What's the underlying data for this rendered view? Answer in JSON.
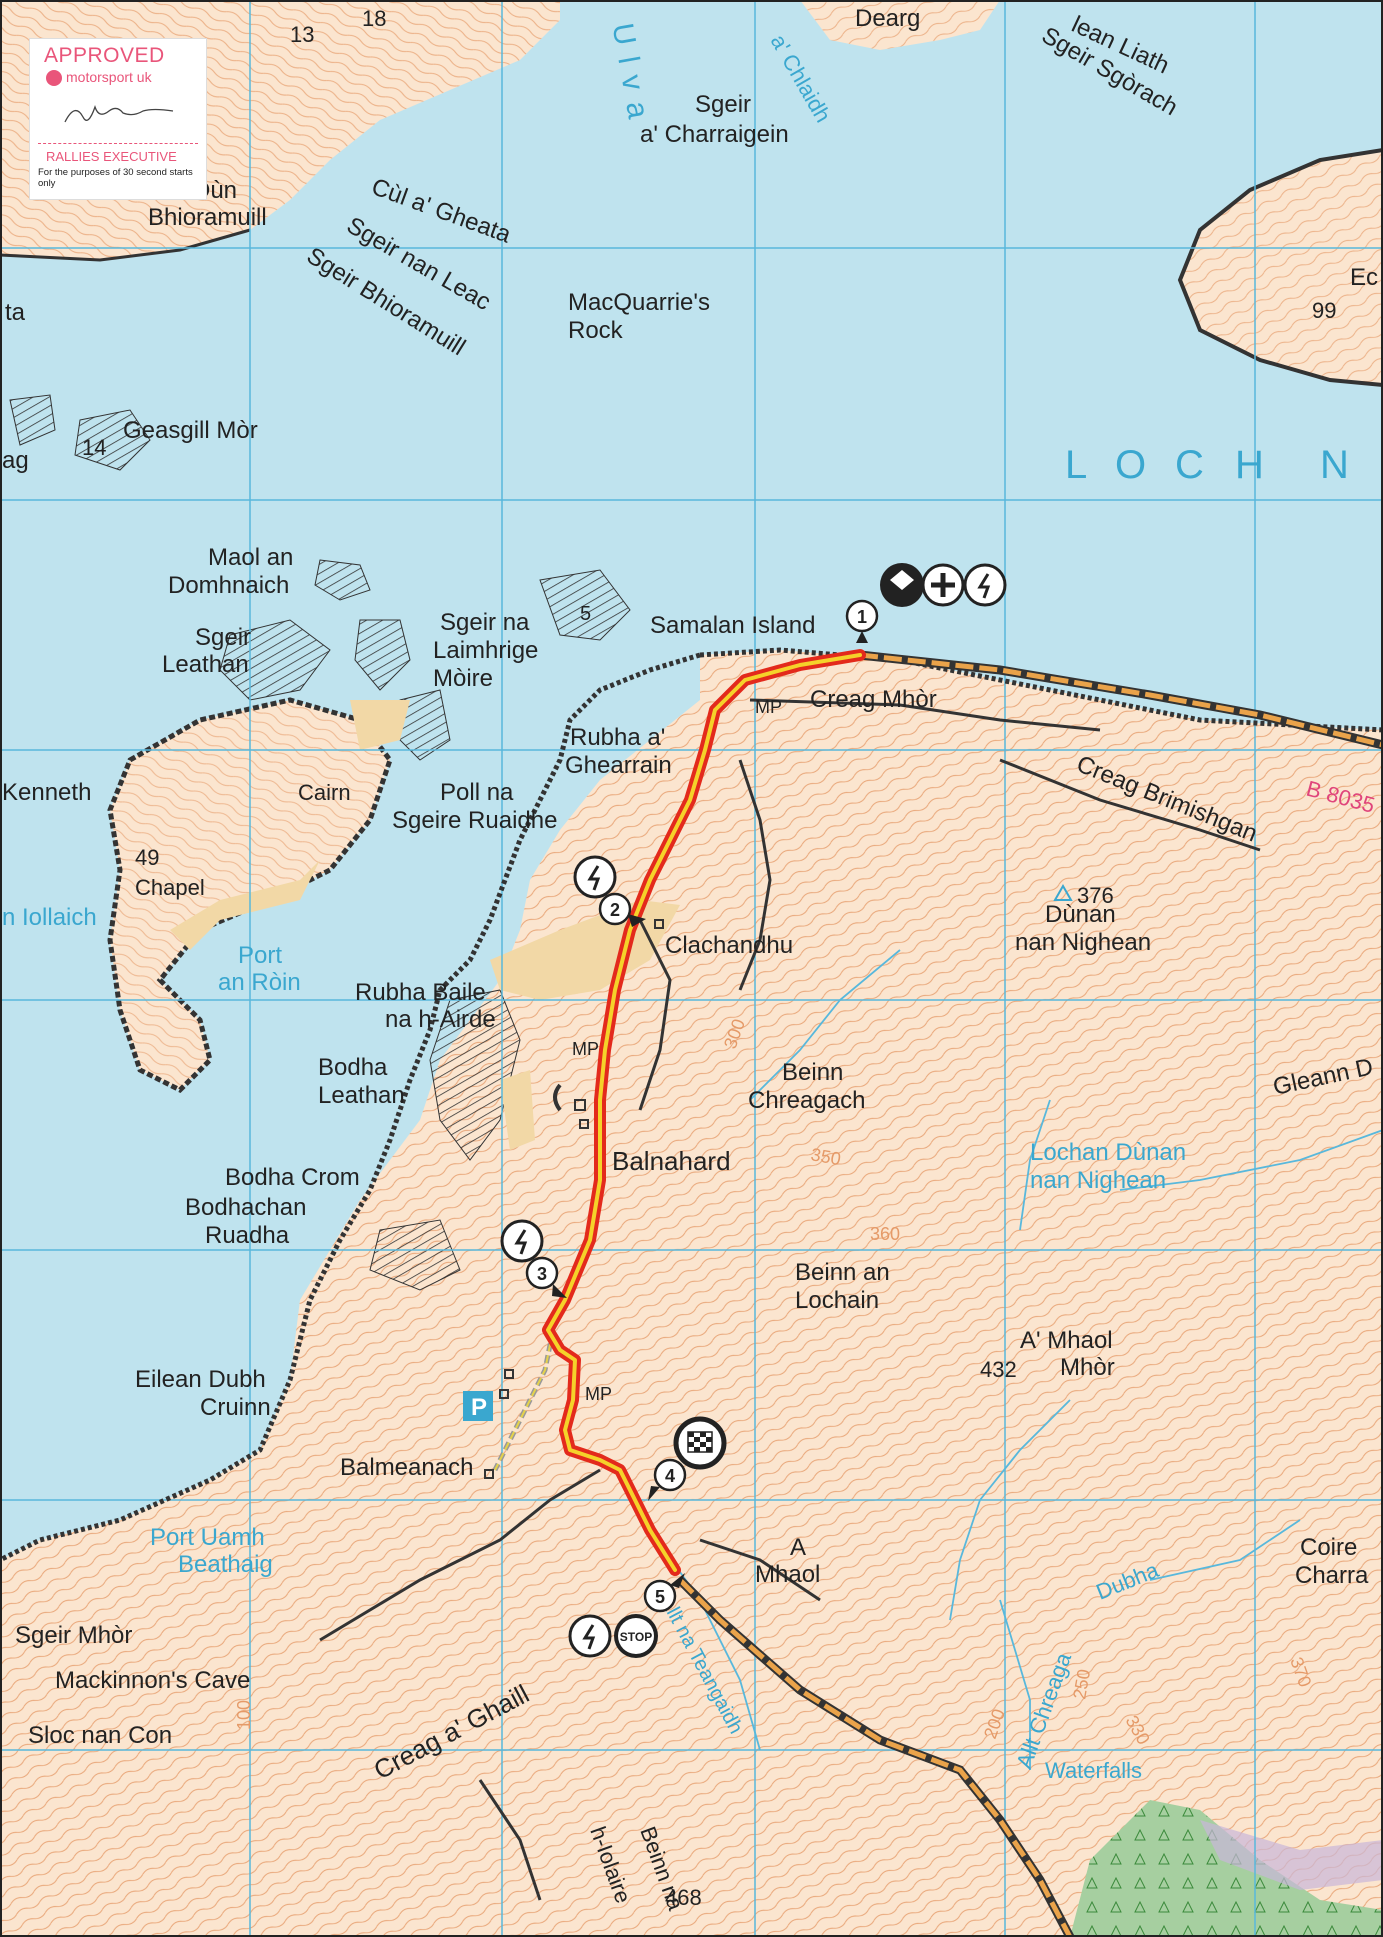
{
  "stamp": {
    "approved": "APPROVED",
    "brand": "motorsport uk",
    "executive": "RALLIES EXECUTIVE",
    "note": "For the purposes of 30 second starts only"
  },
  "labels": {
    "n13": "13",
    "n18": "18",
    "dearg": "Dearg",
    "ulva": "Ulva",
    "chlaidh": "a' Chlaidh",
    "sgeir_charraigein_1": "Sgeir",
    "sgeir_charraigein_2": "a' Charraigein",
    "eilean_liath": "lean Liath",
    "sgeir_sgorach": "Sgeir Sgòrach",
    "dun": "Dùn",
    "bhioramuill": "Bhioramuill",
    "cul_gheata": "Cùl a' Gheata",
    "sgeir_leac": "Sgeir nan Leac",
    "sgeir_bhioramuill": "Sgeir Bhioramuill",
    "macquarrie_1": "MacQuarrie's",
    "macquarrie_2": "Rock",
    "ta": "ta",
    "n99": "99",
    "ec": "Ec",
    "geasgill": "Geasgill Mòr",
    "n14": "14",
    "ag": "ag",
    "loch_l": "L",
    "loch_o": "O",
    "loch_c": "C",
    "loch_h": "H",
    "loch_n": "N",
    "maol_1": "Maol an",
    "maol_2": "Domhnaich",
    "sgeir_leathan_1": "Sgeir",
    "sgeir_leathan_2": "Leathan",
    "sgeir_na_1": "Sgeir na",
    "sgeir_na_2": "Laimhrige",
    "sgeir_na_3": "Mòire",
    "samalan": "Samalan Island",
    "n5": "5",
    "creag_mhor": "Creag Mhòr",
    "mp1": "MP",
    "rubha_1": "Rubha a'",
    "rubha_2": "Ghearrain",
    "kenneth": "Kenneth",
    "cairn": "Cairn",
    "poll_1": "Poll na",
    "poll_2": "Sgeire Ruaidhe",
    "creag_brimishgan": "Creag Brimishgan",
    "b803": "B 8035",
    "n49": "49",
    "chapel": "Chapel",
    "iollaich": "n Iollaich",
    "n376": "376",
    "dunan_1": "Dùnan",
    "dunan_2": "nan Nighean",
    "port_roin_1": "Port",
    "port_roin_2": "an Ròin",
    "clachandhu": "Clachandhu",
    "rubha_baile_1": "Rubha Baile",
    "rubha_baile_2": "na h-Airde",
    "mp2": "MP",
    "beinn_chreagach_1": "Beinn",
    "beinn_chreagach_2": "Chreagach",
    "gleann": "Gleann D",
    "bodha_leathan_1": "Bodha",
    "bodha_leathan_2": "Leathan",
    "balnahard": "Balnahard",
    "lochan_1": "Lochan Dùnan",
    "lochan_2": "nan Nighean",
    "bodha_crom": "Bodha Crom",
    "bodhachan_1": "Bodhachan",
    "bodhachan_2": "Ruadha",
    "beinn_lochain_1": "Beinn an",
    "beinn_lochain_2": "Lochain",
    "a_mhaol_mhor_1": "A' Mhaol",
    "a_mhaol_mhor_2": "Mhòr",
    "n432": "432",
    "eilean_dubh_1": "Eilean Dubh",
    "eilean_dubh_2": "Cruinn",
    "p": "P",
    "mp3": "MP",
    "balmeanach": "Balmeanach",
    "port_uamh_1": "Port Uamh",
    "port_uamh_2": "Beathaig",
    "a_mhaol_1": "A",
    "a_mhaol_2": "Mhaol",
    "coire_1": "Coire",
    "coire_2": "Charra",
    "sgeir_mhor": "Sgeir Mhòr",
    "allt_teangaidh": "Allt na Teangaidh",
    "dubha": "Dubha",
    "allt_chreaga": "Allt Chreaga",
    "mackinnons": "Mackinnon's Cave",
    "sloc": "Sloc nan Con",
    "creag_ghaill": "Creag a' Ghaill",
    "waterfalls": "Waterfalls",
    "beinn_iolair_1": "Beinn na",
    "beinn_iolair_2": "h-Iolaire",
    "n468": "468",
    "stop": "STOP",
    "c300": "300",
    "c350": "350",
    "c360": "360",
    "c100": "100",
    "c200": "200",
    "c250": "250",
    "c330": "330",
    "c370": "370"
  },
  "route_points": [
    {
      "num": "1",
      "role": "start"
    },
    {
      "num": "2",
      "role": "radio"
    },
    {
      "num": "3",
      "role": "radio"
    },
    {
      "num": "4",
      "role": "finish"
    },
    {
      "num": "5",
      "role": "stop"
    }
  ],
  "icons": [
    "start-flag-icon",
    "medical-cross-icon",
    "radio-icon",
    "chequered-flag-icon",
    "stop-sign-icon",
    "telephone-icon",
    "triangulation-pillar-icon"
  ],
  "colors": {
    "sea": "#bfe3ee",
    "land": "#fbe5cf",
    "contour": "#e59a68",
    "grid": "#58b8dc",
    "stage_red": "#e32a1c",
    "stage_yellow": "#f5d22a",
    "road_orange": "#eaa34a",
    "forest": "#a6cfa0",
    "beach": "#f2d8a6"
  }
}
